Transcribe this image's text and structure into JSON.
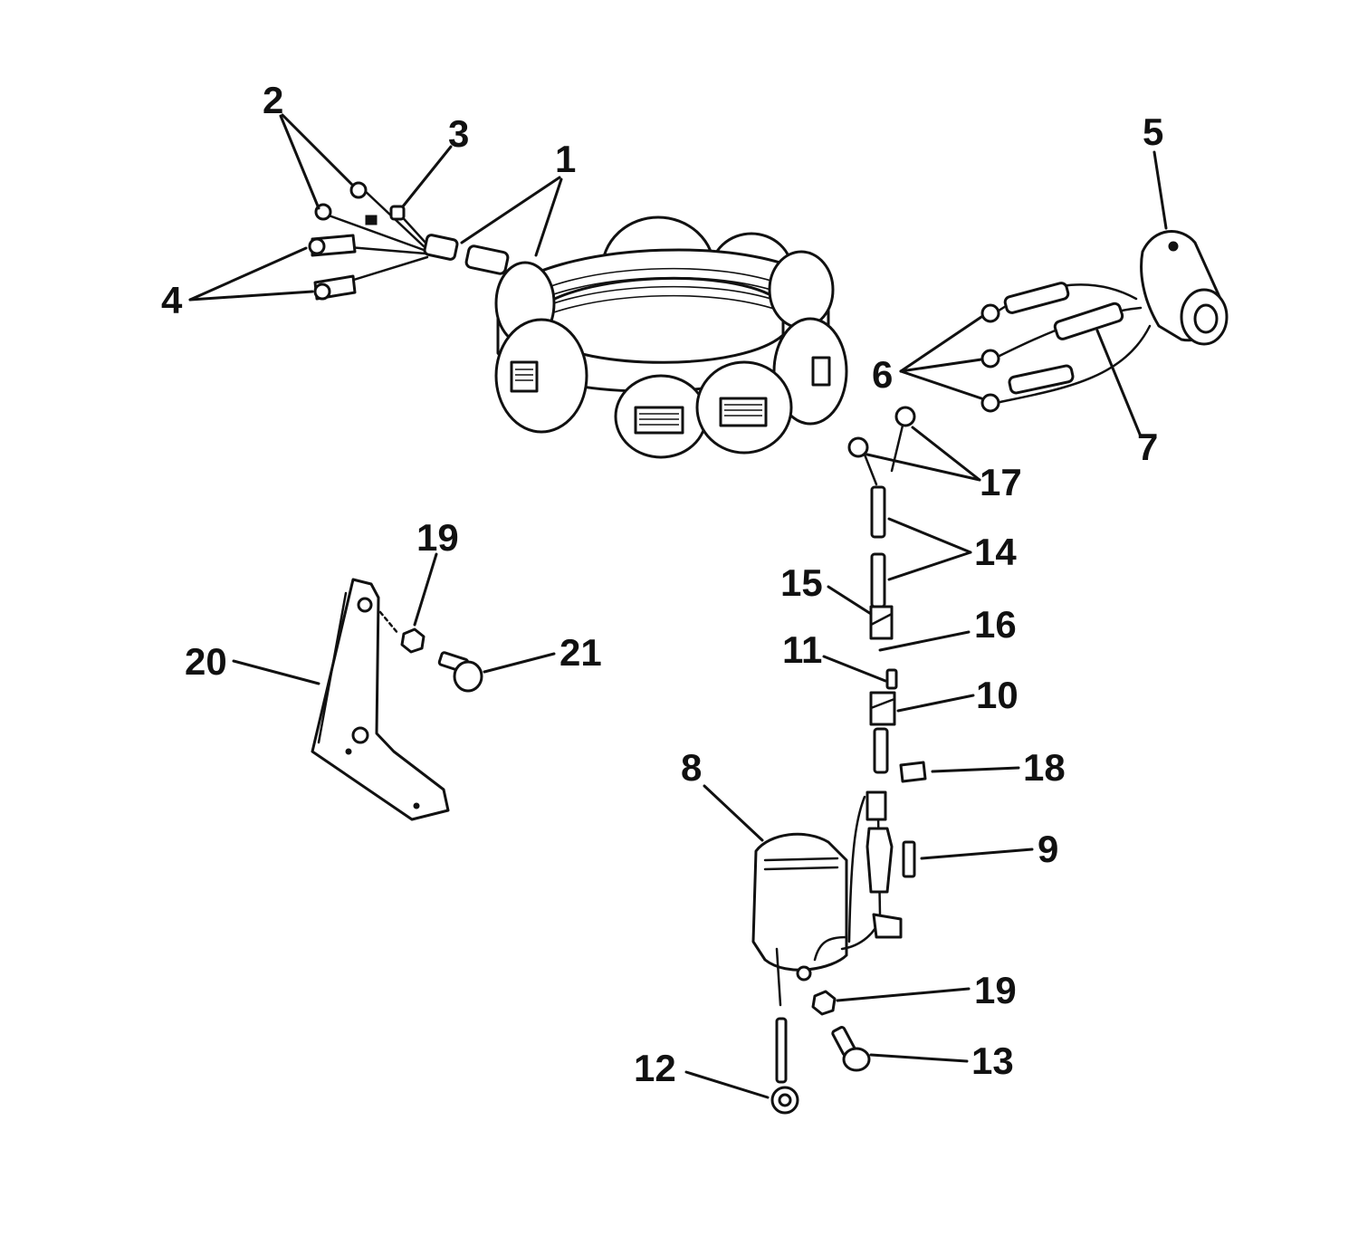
{
  "callouts": [
    {
      "id": "1",
      "text": "1"
    },
    {
      "id": "2",
      "text": "2"
    },
    {
      "id": "3",
      "text": "3"
    },
    {
      "id": "4",
      "text": "4"
    },
    {
      "id": "5",
      "text": "5"
    },
    {
      "id": "6",
      "text": "6"
    },
    {
      "id": "7",
      "text": "7"
    },
    {
      "id": "8",
      "text": "8"
    },
    {
      "id": "9",
      "text": "9"
    },
    {
      "id": "10",
      "text": "10"
    },
    {
      "id": "11",
      "text": "11"
    },
    {
      "id": "12",
      "text": "12"
    },
    {
      "id": "13",
      "text": "13"
    },
    {
      "id": "14",
      "text": "14"
    },
    {
      "id": "15",
      "text": "15"
    },
    {
      "id": "16",
      "text": "16"
    },
    {
      "id": "17",
      "text": "17"
    },
    {
      "id": "18",
      "text": "18"
    },
    {
      "id": "19a",
      "text": "19"
    },
    {
      "id": "19b",
      "text": "19"
    },
    {
      "id": "20",
      "text": "20"
    },
    {
      "id": "21",
      "text": "21"
    }
  ]
}
